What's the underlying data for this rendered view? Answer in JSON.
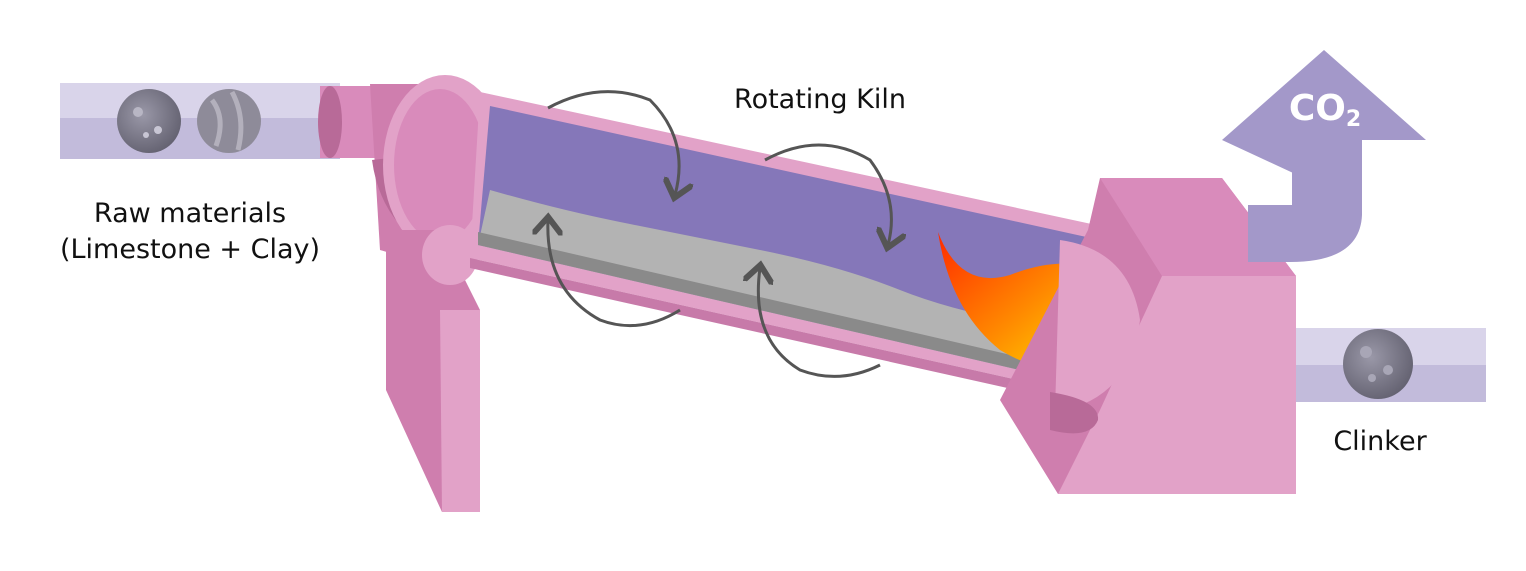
{
  "labels": {
    "raw_materials_line1": "Raw materials",
    "raw_materials_line2": "(Limestone + Clay)",
    "kiln": "Rotating Kiln",
    "clinker": "Clinker",
    "co2_main": "CO",
    "co2_sub": "2"
  },
  "colors": {
    "kiln_shell": "#e2a2c8",
    "kiln_dark": "#b86a98",
    "kiln_interior": "#8577b9",
    "material_grey": "#b3b3b3",
    "pipe": "#cfc8e3",
    "co2_arrow": "#a398c9",
    "arrow_stroke": "#555555"
  },
  "icons": {
    "rotation_arrows": "curved-arrow-icon",
    "flame": "flame-icon",
    "co2": "up-arrow-icon"
  }
}
